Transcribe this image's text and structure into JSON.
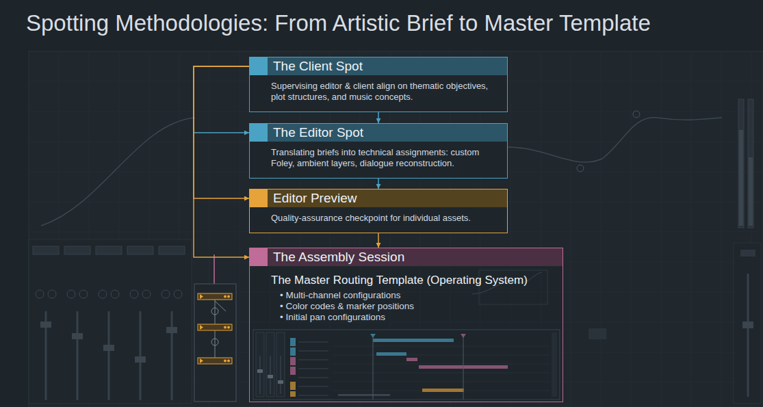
{
  "diagram": {
    "title": "Spotting Methodologies: From Artistic Brief to Master Template",
    "nodes": [
      {
        "text": [
          "The Client Spot",
          "Supervising editor & client align on thematic objectives, plot structures, and music concepts."
        ]
      },
      {
        "text": [
          "The Editor Spot",
          "Translating briefs into technical assignments: custom Foley, ambient layers, dialogue reconstruction."
        ]
      },
      {
        "text": [
          "Editor Preview",
          "Quality-assurance checkpoint for individual assets."
        ]
      },
      {
        "text": [
          "The Assembly Session",
          "The Master Routing Template (Operating System)",
          "• Multi-channel configurations",
          "• Color codes & marker positions",
          "• Initial pan configurations"
        ]
      }
    ],
    "edges": [
      {
        "from": 0,
        "to": 1,
        "arrow": "to"
      },
      {
        "from": 1,
        "to": 2,
        "arrow": "to"
      },
      {
        "from": 2,
        "to": 3,
        "arrow": "to"
      },
      {
        "from": 0,
        "to": 1,
        "arrow": "to"
      },
      {
        "from": 0,
        "to": 2,
        "arrow": "to"
      },
      {
        "from": 0,
        "to": 3,
        "arrow": "to"
      }
    ]
  }
}
